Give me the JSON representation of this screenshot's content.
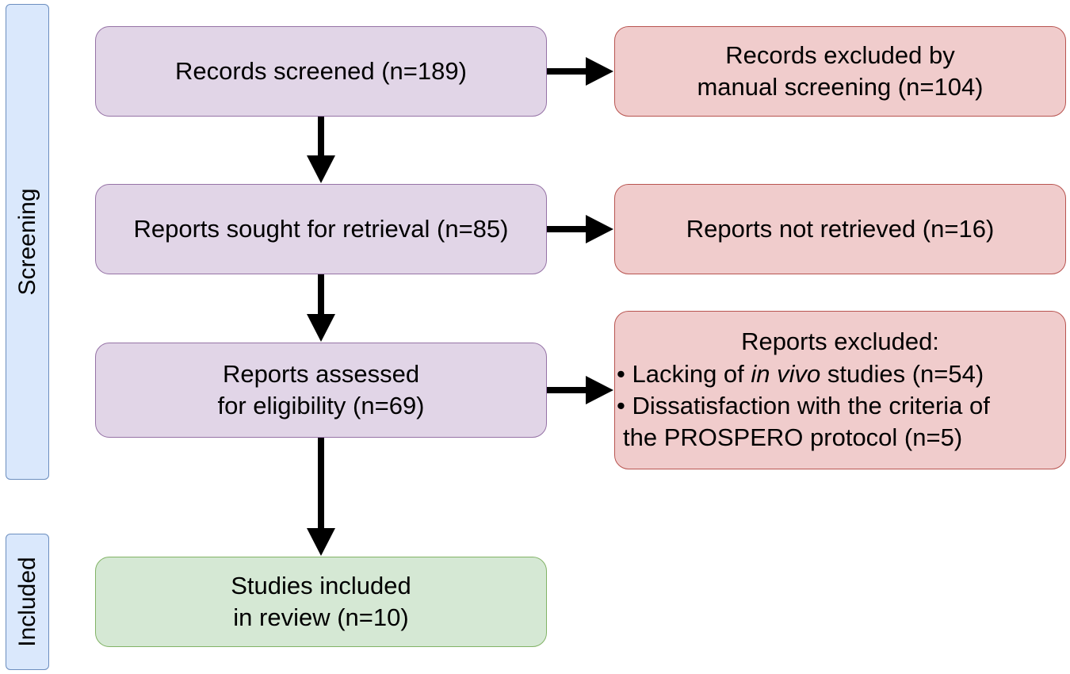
{
  "stages": {
    "screening": "Screening",
    "included": "Included"
  },
  "boxes": {
    "records_screened": "Records screened (n=189)",
    "records_excluded": [
      "Records excluded by",
      "manual screening (n=104)"
    ],
    "reports_sought": "Reports sought for retrieval (n=85)",
    "reports_not_retrieved": "Reports not retrieved (n=16)",
    "reports_assessed": [
      "Reports assessed",
      "for eligibility (n=69)"
    ],
    "reports_excluded": {
      "title": "Reports excluded:",
      "item1_prefix": "• Lacking of ",
      "item1_emphasis": "in vivo",
      "item1_suffix": " studies (n=54)",
      "item2_line1": "• Dissatisfaction with the criteria of",
      "item2_line2": "the PROSPERO protocol (n=5)"
    },
    "studies_included": [
      "Studies included",
      "in review (n=10)"
    ]
  },
  "colors": {
    "stage_fill": "#dae8fc",
    "stage_border": "#6c8ebf",
    "process_fill": "#e1d5e7",
    "process_border": "#9673a6",
    "excluded_fill": "#f0cccc",
    "excluded_border": "#b85450",
    "included_fill": "#d5e8d4",
    "included_border": "#82b366",
    "arrow": "#000000"
  }
}
